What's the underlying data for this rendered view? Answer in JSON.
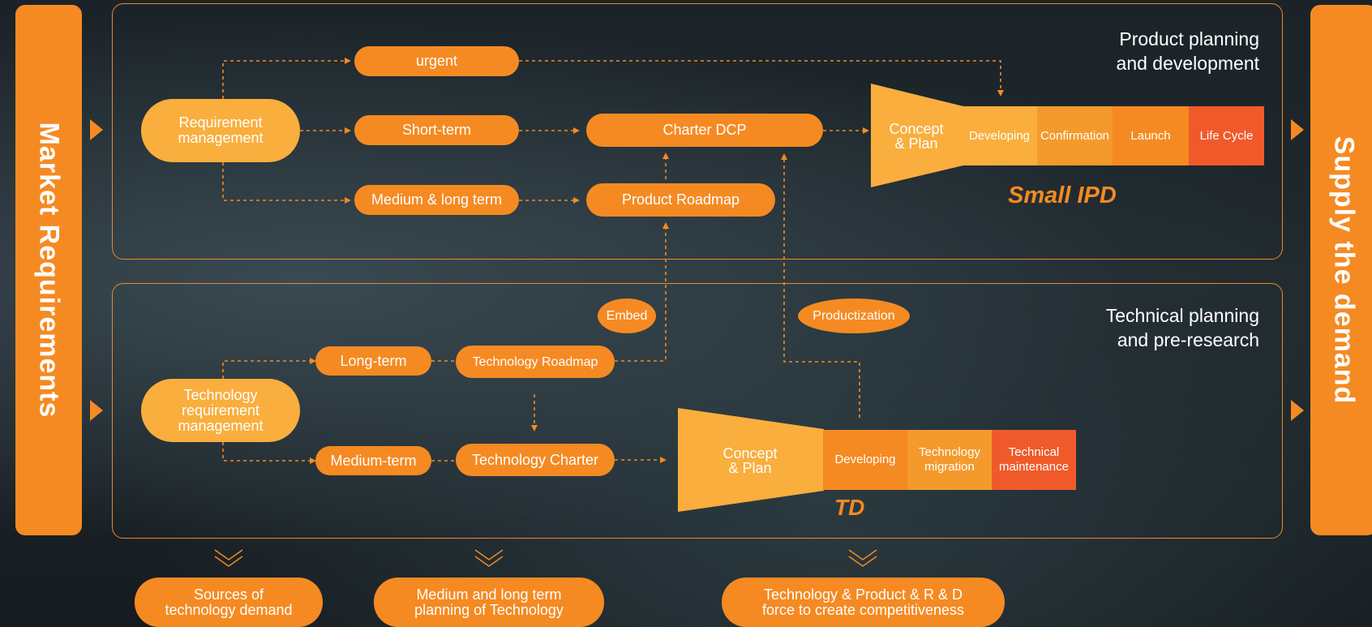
{
  "left_bar": "Market Requirements",
  "right_bar": "Supply the demand",
  "top_panel": {
    "title": "Product planning\nand development",
    "requirement": "Requirement\nmanagement",
    "urgent": "urgent",
    "short_term": "Short-term",
    "medium_long": "Medium & long term",
    "charter_dcp": "Charter DCP",
    "roadmap": "Product Roadmap",
    "funnel": "Concept\n& Plan",
    "stages": [
      "Developing",
      "Confirmation",
      "Launch",
      "Life Cycle"
    ],
    "label": "Small IPD"
  },
  "bottom_panel": {
    "title": "Technical planning\nand pre-research",
    "requirement": "Technology\nrequirement\nmanagement",
    "long_term": "Long-term",
    "medium_term": "Medium-term",
    "tech_roadmap": "Technology Roadmap",
    "tech_charter": "Technology Charter",
    "embed": "Embed",
    "productization": "Productization",
    "funnel": "Concept\n& Plan",
    "stages": [
      "Developing",
      "Technology\nmigration",
      "Technical\nmaintenance"
    ],
    "label": "TD"
  },
  "outcomes": [
    "Sources of\ntechnology demand",
    "Medium and long term\nplanning of Technology",
    "Technology & Product & R & D\nforce to create competitiveness"
  ],
  "colors": {
    "orange": "#f58a22",
    "light_orange": "#f9ae3d",
    "stage_mid": "#f49a2c",
    "stage_red": "#f05a2b",
    "border": "#e88a2a"
  }
}
